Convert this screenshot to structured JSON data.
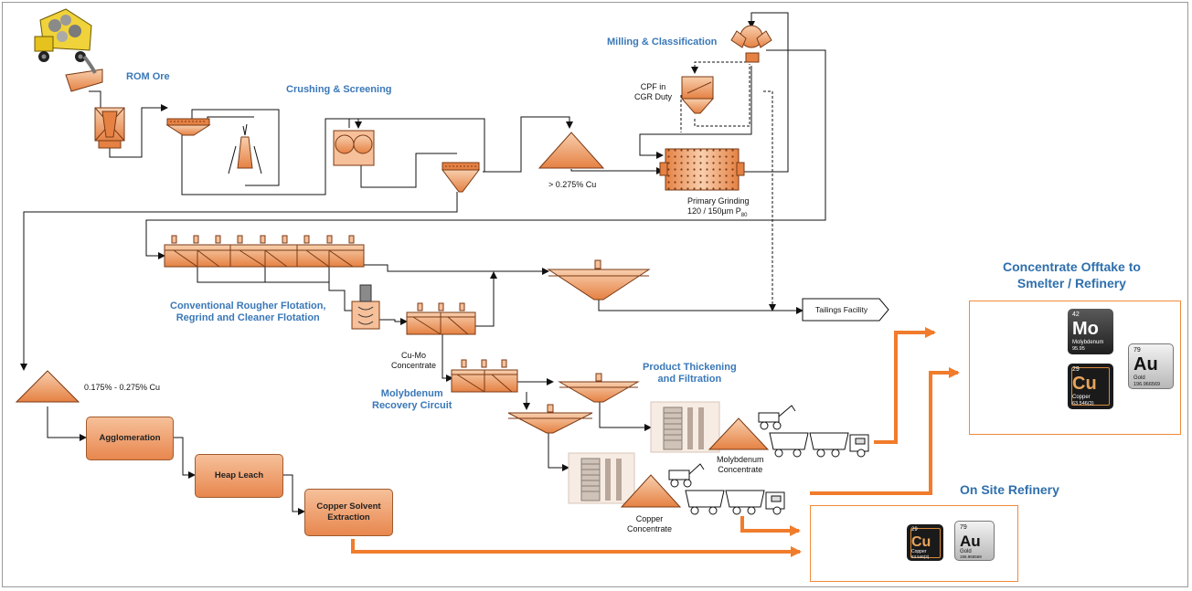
{
  "labels": {
    "rom_ore": "ROM Ore",
    "crushing": "Crushing & Screening",
    "milling": "Milling & Classification",
    "cpf": "CPF in\nCGR Duty",
    "grade_high": "> 0.275% Cu",
    "primary_grinding": "Primary Grinding",
    "primary_grinding_size": "120 / 150µm P",
    "primary_grinding_sub": "80",
    "flotation": "Conventional Rougher Flotation,\nRegrind and Cleaner Flotation",
    "tailings": "Tailings Facility",
    "cumo": "Cu-Mo\nConcentrate",
    "moly_circuit": "Molybdenum\nRecovery Circuit",
    "product_thickening": "Product Thickening\nand Filtration",
    "grade_low": "0.175% - 0.275% Cu",
    "agglomeration": "Agglomeration",
    "heap_leach": "Heap Leach",
    "sx": "Copper Solvent\nExtraction",
    "moly_conc": "Molybdenum\nConcentrate",
    "cu_conc": "Copper\nConcentrate",
    "offtake": "Concentrate Offtake to\nSmelter / Refinery",
    "onsite": "On Site Refinery"
  },
  "elements": {
    "mo": {
      "number": "42",
      "symbol": "Mo",
      "name": "Molybdenum",
      "weight": "95.95"
    },
    "cu": {
      "number": "29",
      "symbol": "Cu",
      "name": "Copper",
      "weight": "63.546(3)"
    },
    "au": {
      "number": "79",
      "symbol": "Au",
      "name": "Gold",
      "weight": "196.966569"
    }
  },
  "colors": {
    "equipment": "#e8874e",
    "equipment_light": "#f6c09a",
    "arrow_orange": "#f07c2c",
    "title_blue": "#2f6fad"
  }
}
